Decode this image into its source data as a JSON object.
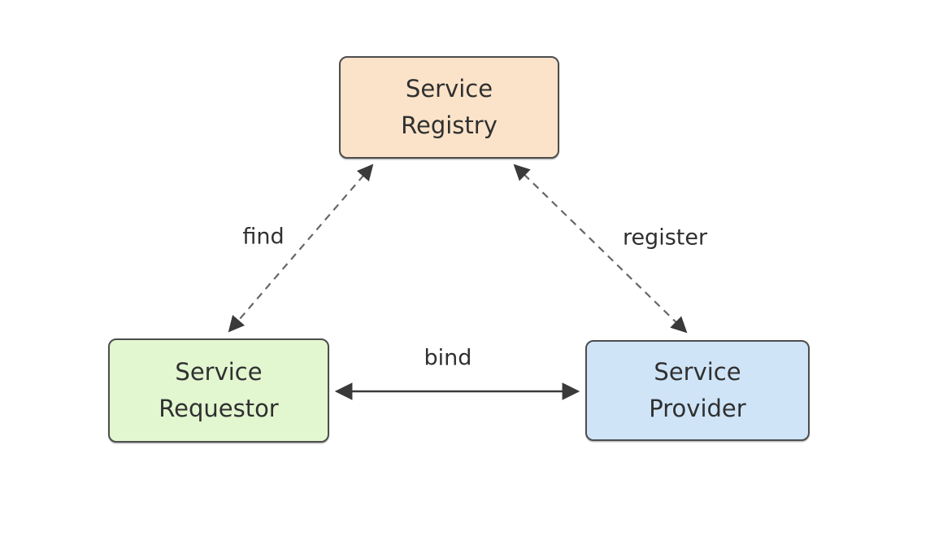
{
  "diagram": {
    "type": "soa-triangle",
    "background": "#ffffff"
  },
  "nodes": {
    "registry": {
      "label": "Service\nRegistry",
      "fill": "#fbe3c9",
      "border": "#4d4d4d"
    },
    "requestor": {
      "label": "Service\nRequestor",
      "fill": "#e2f6d0",
      "border": "#4d4d4d"
    },
    "provider": {
      "label": "Service\nProvider",
      "fill": "#cfe4f7",
      "border": "#4d4d4d"
    }
  },
  "edges": {
    "find": {
      "label": "find",
      "style": "dashed",
      "arrows": "both",
      "between": [
        "requestor",
        "registry"
      ]
    },
    "register": {
      "label": "register",
      "style": "dashed",
      "arrows": "both",
      "between": [
        "provider",
        "registry"
      ]
    },
    "bind": {
      "label": "bind",
      "style": "solid",
      "arrows": "both",
      "between": [
        "requestor",
        "provider"
      ]
    }
  },
  "colors": {
    "dashed_line": "#666666",
    "solid_line": "#3a3a3a",
    "arrowhead": "#3a3a3a",
    "text": "#303030"
  }
}
